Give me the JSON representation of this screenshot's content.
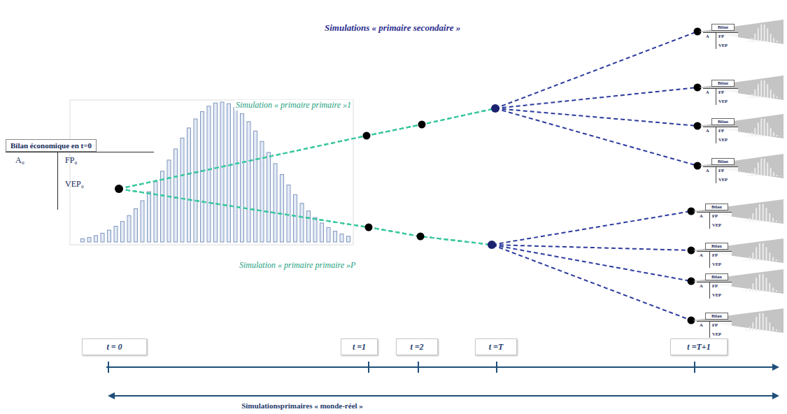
{
  "diagram": {
    "nodes": [
      {
        "text": [
          "Bilan économique en t=0",
          "A₀",
          "FP₀",
          "VEP₀"
        ]
      },
      {
        "text": [
          "Bilan",
          "A",
          "FP",
          "VEP"
        ]
      },
      {
        "text": [
          "Bilan",
          "A",
          "FP",
          "VEP"
        ]
      },
      {
        "text": [
          "Bilan",
          "A",
          "FP",
          "VEP"
        ]
      },
      {
        "text": [
          "Bilan",
          "A",
          "FP",
          "VEP"
        ]
      },
      {
        "text": [
          "Bilan",
          "A",
          "FP",
          "VEP"
        ]
      },
      {
        "text": [
          "Bilan",
          "A",
          "FP",
          "VEP"
        ]
      },
      {
        "text": [
          "Bilan",
          "A",
          "FP",
          "VEP"
        ]
      },
      {
        "text": [
          "Bilan",
          "A",
          "FP",
          "VEP"
        ]
      },
      {
        "text": [
          "t = 0"
        ]
      },
      {
        "text": [
          "t =1"
        ]
      },
      {
        "text": [
          "t =2"
        ]
      },
      {
        "text": [
          "t =T"
        ]
      },
      {
        "text": [
          "t =T+1"
        ]
      }
    ],
    "edges": [
      {
        "from": 0,
        "to": 1,
        "arrow": "none"
      },
      {
        "from": 0,
        "to": 2,
        "arrow": "none"
      },
      {
        "from": 0,
        "to": 3,
        "arrow": "none"
      },
      {
        "from": 0,
        "to": 4,
        "arrow": "none"
      },
      {
        "from": 0,
        "to": 5,
        "arrow": "none"
      },
      {
        "from": 0,
        "to": 6,
        "arrow": "none"
      },
      {
        "from": 0,
        "to": 7,
        "arrow": "none"
      },
      {
        "from": 0,
        "to": 8,
        "arrow": "none"
      }
    ],
    "labels": [
      "Simulations « primaire secondaire »",
      "Simulation « primaire primaire »1",
      "Simulation « primaire primaire »P",
      "Simulationsprimaires « monde-réel »"
    ]
  }
}
